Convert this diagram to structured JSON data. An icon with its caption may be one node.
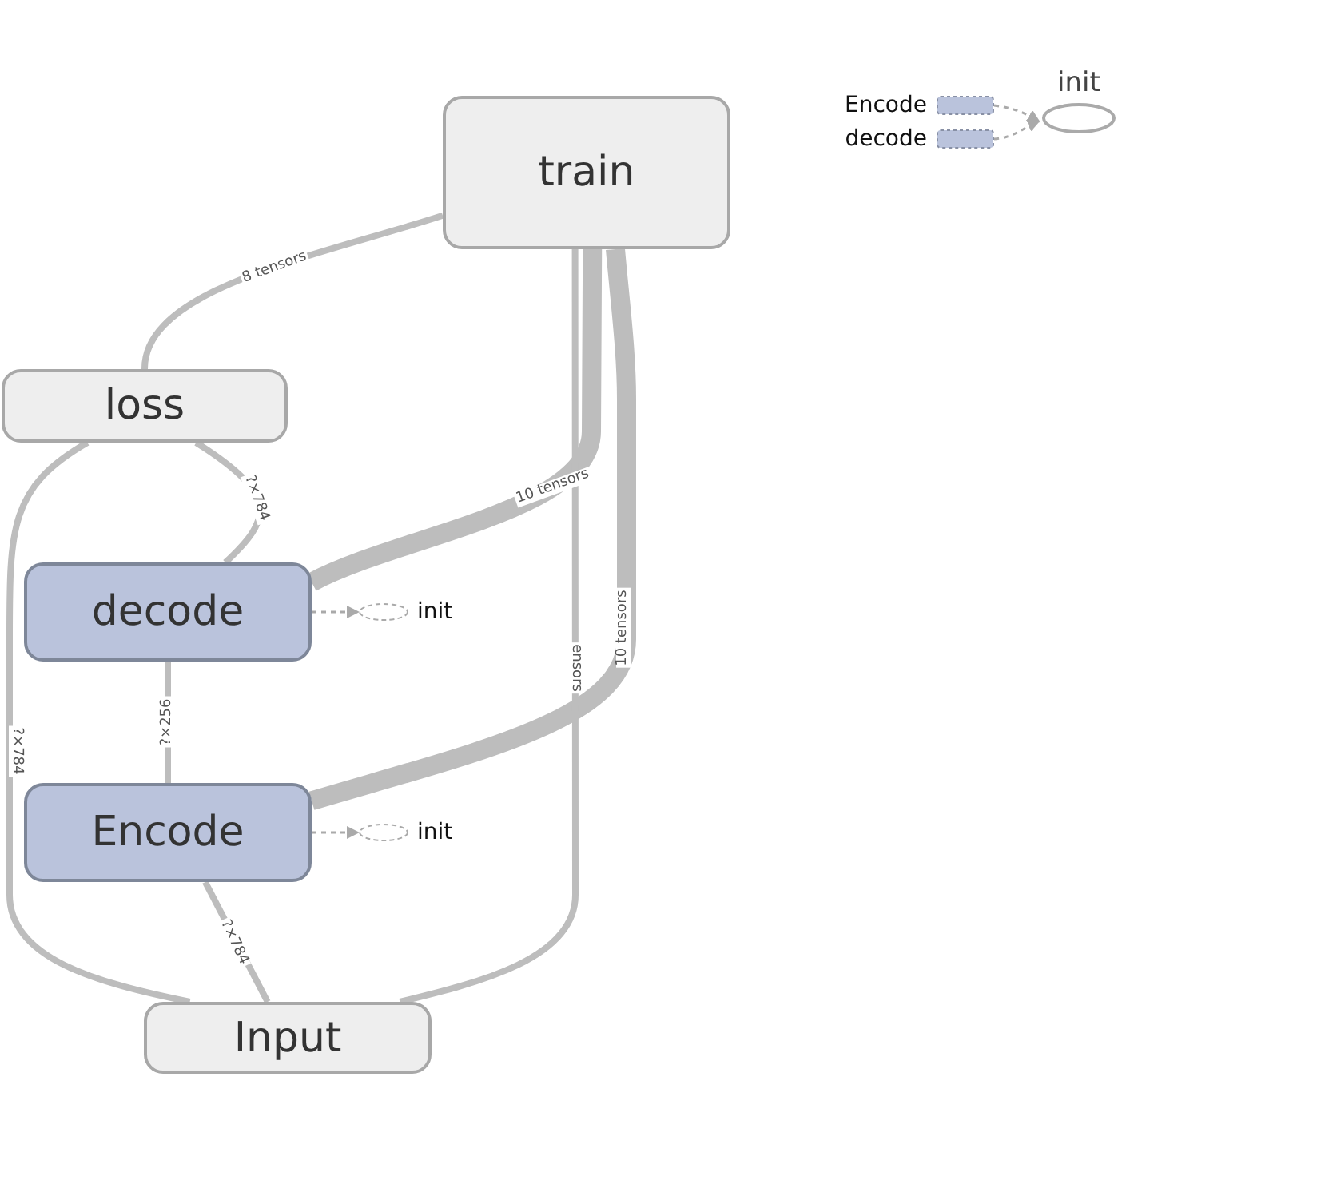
{
  "diagram": {
    "nodes": [
      {
        "text": [
          "train"
        ]
      },
      {
        "text": [
          "loss"
        ]
      },
      {
        "text": [
          "decode"
        ]
      },
      {
        "text": [
          "Encode"
        ]
      },
      {
        "text": [
          "Input"
        ]
      },
      {
        "text": [],
        "shape": "ellipse",
        "beside": [
          "init"
        ]
      },
      {
        "text": [],
        "shape": "ellipse",
        "beside": [
          "init"
        ]
      },
      {
        "text": [
          "init"
        ]
      },
      {
        "text": [],
        "shape": "box",
        "beside": [
          "Encode"
        ]
      },
      {
        "text": [],
        "shape": "box",
        "beside": [
          "decode"
        ]
      }
    ],
    "edges": [
      {
        "from": 0,
        "to": 1,
        "arrow": "none",
        "label": "8 tensors"
      },
      {
        "from": 1,
        "to": 2,
        "arrow": "none",
        "label": "?×784"
      },
      {
        "from": 1,
        "to": 4,
        "arrow": "none",
        "label": "?×784"
      },
      {
        "from": 0,
        "to": 2,
        "arrow": "none",
        "label": "10 tensors",
        "style": "thick"
      },
      {
        "from": 0,
        "to": 3,
        "arrow": "none",
        "label": "10 tensors",
        "style": "thick"
      },
      {
        "from": 0,
        "to": 4,
        "arrow": "none",
        "label": "ensors"
      },
      {
        "from": 2,
        "to": 3,
        "arrow": "none",
        "label": "?×256"
      },
      {
        "from": 3,
        "to": 4,
        "arrow": "none",
        "label": "?×784"
      },
      {
        "from": 2,
        "to": 5,
        "arrow": "to",
        "style": "dashed"
      },
      {
        "from": 3,
        "to": 6,
        "arrow": "to",
        "style": "dashed"
      },
      {
        "from": 8,
        "to": 7,
        "arrow": "to",
        "style": "dashed"
      },
      {
        "from": 9,
        "to": 7,
        "arrow": "to",
        "style": "dashed"
      }
    ]
  }
}
